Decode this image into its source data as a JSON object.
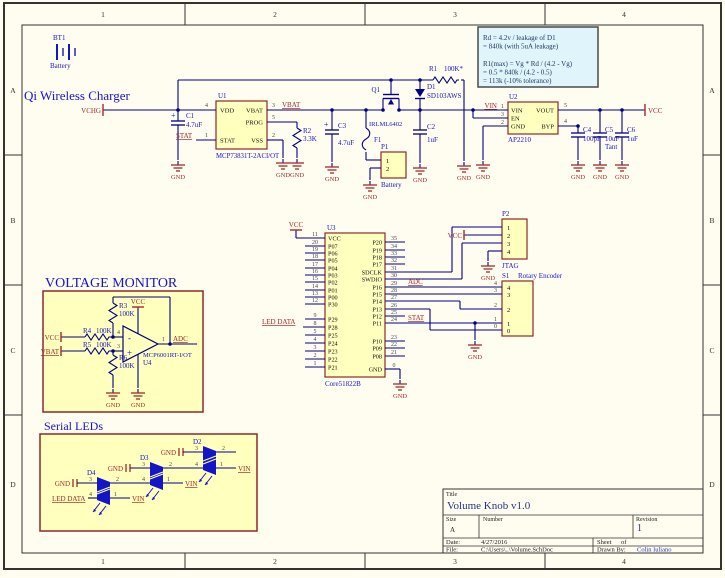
{
  "sheet": {
    "columns": [
      "1",
      "2",
      "3",
      "4"
    ],
    "rows": [
      "A",
      "B",
      "C",
      "D"
    ]
  },
  "labels": {
    "gnd": "GND",
    "vcc": "VCC",
    "vin": "VIN",
    "vbat": "VBAT",
    "stat": "STAT",
    "adc": "ADC",
    "led_data": "LED DATA",
    "vchg": "VCHG",
    "plus": "+",
    "minus": "-"
  },
  "headings": {
    "charger": "Qi Wireless Charger",
    "monitor": "VOLTAGE MONITOR",
    "leds": "Serial LEDs"
  },
  "note": {
    "lines": [
      "Rd = 4.2v / leakage of D1",
      "   = 840k (with 5uA leakage)",
      "",
      "R1(max) = Vg * Rd / (4.2 - Vg)",
      "   = 0.5 * 840k / (4.2 - 0.5)",
      "   = 113k (-10% tolerance)"
    ]
  },
  "components": {
    "bt1": {
      "ref": "BT1",
      "label": "Battery"
    },
    "u1": {
      "ref": "U1",
      "part": "MCP73831T-2ACI/OT",
      "left": [
        [
          "4",
          "VDD"
        ],
        [
          "1",
          "STAT"
        ]
      ],
      "right": [
        [
          "3",
          "VBAT"
        ],
        [
          "5",
          "PROG"
        ],
        [
          "2",
          "VSS"
        ]
      ]
    },
    "c1": {
      "ref": "C1",
      "value": "4.7uF"
    },
    "r2": {
      "ref": "R2",
      "value": "3.3K"
    },
    "c3": {
      "ref": "C3",
      "value": "4.7uF"
    },
    "f1": {
      "ref": "F1"
    },
    "p1": {
      "ref": "P1",
      "label": "Battery",
      "pins": [
        "1",
        "2"
      ]
    },
    "q1": {
      "ref": "Q1",
      "part": "IRLML6402"
    },
    "d1": {
      "ref": "D1",
      "part": "SD103AWS"
    },
    "c2": {
      "ref": "C2",
      "value": "1uF"
    },
    "r1": {
      "ref": "R1",
      "value": "100K*"
    },
    "u2": {
      "ref": "U2",
      "part": "AP2210",
      "left": [
        [
          "1",
          "VIN"
        ],
        [
          "3",
          "EN"
        ],
        [
          "2",
          "GND"
        ]
      ],
      "right": [
        [
          "5",
          "VOUT"
        ],
        [
          "4",
          "BYP"
        ]
      ]
    },
    "c4": {
      "ref": "C4",
      "value": "100pF"
    },
    "c5": {
      "ref": "C5",
      "value": "10uF",
      "value2": "Tant"
    },
    "c6": {
      "ref": "C6",
      "value": "1uF"
    },
    "u3": {
      "ref": "U3",
      "part": "Core51822B",
      "left": [
        [
          "11",
          "VCC"
        ],
        [
          "20",
          "P07"
        ],
        [
          "19",
          "P06"
        ],
        [
          "18",
          "P05"
        ],
        [
          "17",
          "P04"
        ],
        [
          "16",
          "P03"
        ],
        [
          "15",
          "P02"
        ],
        [
          "14",
          "P01"
        ],
        [
          "13",
          "P00"
        ],
        [
          "12",
          "P30"
        ],
        [
          "9",
          "P29"
        ],
        [
          "8",
          "P28"
        ],
        [
          "5",
          "P25"
        ],
        [
          "4",
          "P24"
        ],
        [
          "3",
          "P23"
        ],
        [
          "2",
          "P22"
        ],
        [
          "1",
          "P21"
        ]
      ],
      "right": [
        [
          "35",
          "P20"
        ],
        [
          "34",
          "P19"
        ],
        [
          "33",
          "P18"
        ],
        [
          "32",
          "P17"
        ],
        [
          "31",
          "SDCLK"
        ],
        [
          "30",
          "SWDIO"
        ],
        [
          "29",
          "P16"
        ],
        [
          "28",
          "P15"
        ],
        [
          "27",
          "P14"
        ],
        [
          "26",
          "P13"
        ],
        [
          "25",
          "P12"
        ],
        [
          "24",
          "P11"
        ],
        [
          "23",
          "P10"
        ],
        [
          "22",
          "P09"
        ],
        [
          "21",
          "P08"
        ],
        [
          "0",
          "GND"
        ]
      ]
    },
    "p2": {
      "ref": "P2",
      "label": "JTAG",
      "pins": [
        "1",
        "2",
        "3",
        "4"
      ]
    },
    "s1": {
      "ref": "S1",
      "label": "Rotary Encoder",
      "pins": [
        "4",
        "3",
        "2",
        "1",
        "0"
      ]
    },
    "r3": {
      "ref": "R3",
      "value": "100K"
    },
    "r4": {
      "ref": "R4",
      "value": "100K"
    },
    "r5": {
      "ref": "R5",
      "value": "100K"
    },
    "r6": {
      "ref": "R6",
      "value": "100K"
    },
    "u4": {
      "ref": "U4",
      "part": "MCP6001RT-I/OT",
      "out_pin": "1",
      "inv_pin": "4",
      "nin_pin": "3"
    },
    "d2": {
      "ref": "D2"
    },
    "d3": {
      "ref": "D3"
    },
    "d4": {
      "ref": "D4"
    },
    "led_pins": [
      "1",
      "2",
      "3",
      "4"
    ]
  },
  "title_block": {
    "title_label": "Title",
    "title": "Volume Knob v1.0",
    "size_label": "Size",
    "size": "A",
    "number_label": "Number",
    "revision_label": "Revision",
    "revision": "1",
    "date_label": "Date:",
    "date": "4/27/2016",
    "sheet_label": "Sheet",
    "sheet_of": "of",
    "file_label": "File:",
    "file": "C:\\Users\\..\\Volume.SchDoc",
    "drawnby_label": "Drawn By:",
    "drawnby": "Colin Iuliano"
  }
}
